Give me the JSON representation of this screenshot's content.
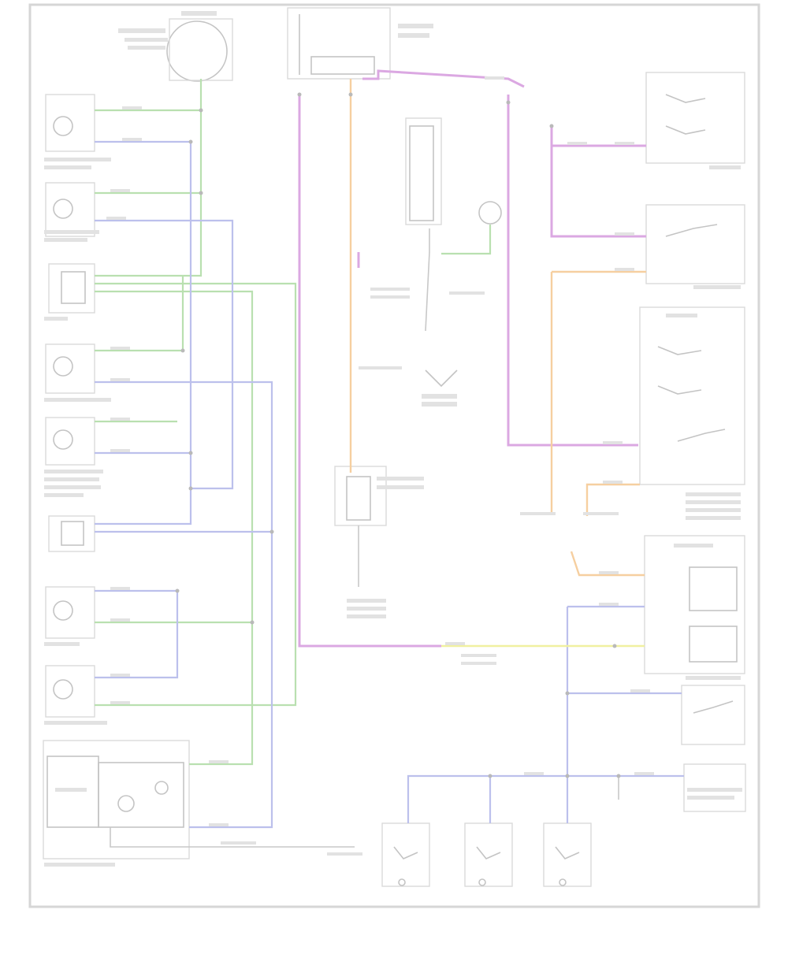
{
  "diagram": {
    "page_label": "",
    "components": [
      {
        "id": "left-connector-1",
        "label": ""
      },
      {
        "id": "left-connector-2",
        "label": ""
      },
      {
        "id": "left-multi-connector",
        "label": ""
      },
      {
        "id": "left-connector-3",
        "label": ""
      },
      {
        "id": "left-connector-4",
        "label": ""
      },
      {
        "id": "left-multi-connector-2",
        "label": ""
      },
      {
        "id": "left-connector-5",
        "label": ""
      },
      {
        "id": "left-connector-6",
        "label": ""
      },
      {
        "id": "control-module",
        "label": ""
      },
      {
        "id": "right-switch-1",
        "label": ""
      },
      {
        "id": "right-switch-2",
        "label": ""
      },
      {
        "id": "right-switch-3",
        "label": ""
      },
      {
        "id": "right-module",
        "label": ""
      },
      {
        "id": "bottom-switch-1",
        "label": ""
      },
      {
        "id": "bottom-switch-2",
        "label": ""
      },
      {
        "id": "bottom-switch-3",
        "label": ""
      }
    ],
    "wire_colors": {
      "green": "#b9e0b0",
      "blue": "#bcc0ec",
      "purple": "#dba8e2",
      "orange": "#f6cfa0",
      "yellow": "#f0f0a0"
    }
  }
}
